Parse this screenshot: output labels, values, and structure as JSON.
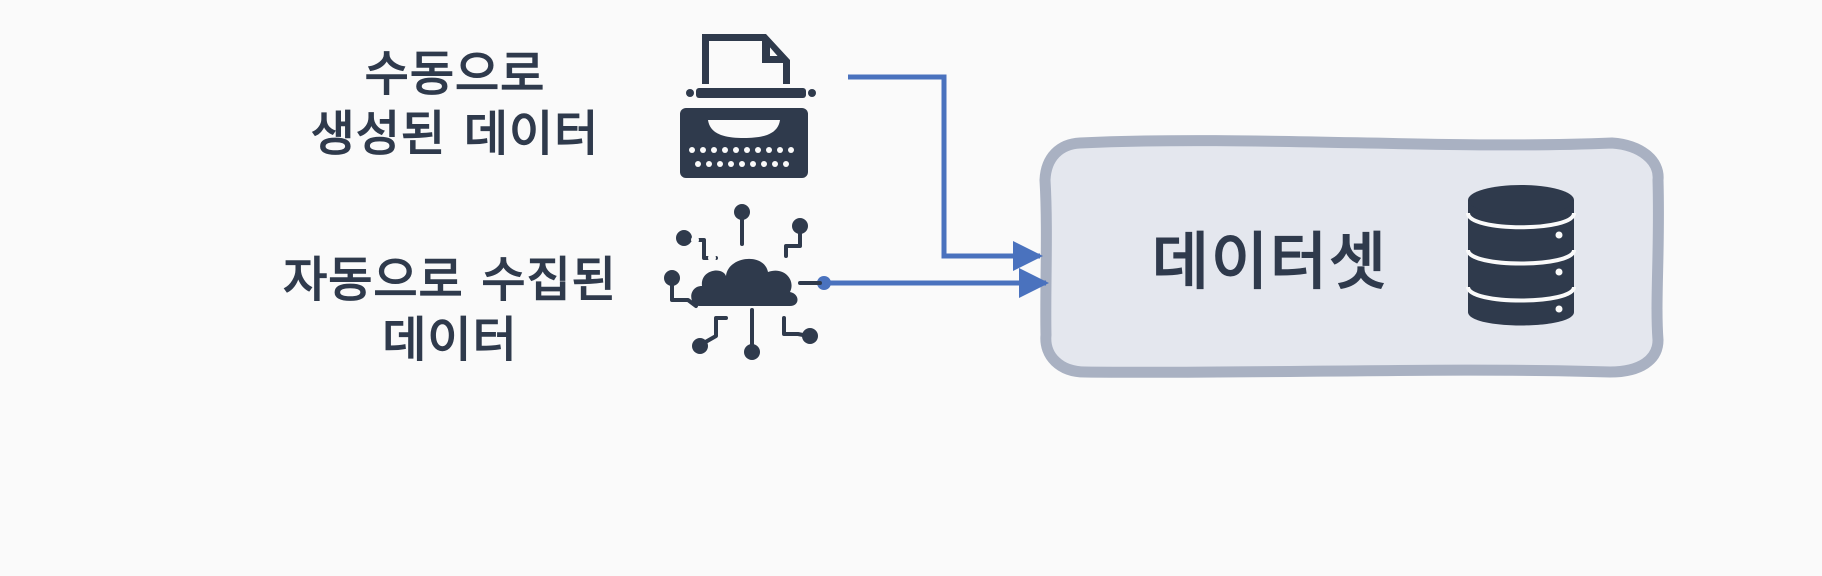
{
  "sources": {
    "manual": {
      "lines": [
        "수동으로",
        "생성된 데이터"
      ],
      "icon": "typewriter-icon"
    },
    "automatic": {
      "lines": [
        "자동으로 수집된",
        "데이터"
      ],
      "icon": "cloud-network-icon"
    }
  },
  "target": {
    "title": "데이터셋",
    "icon": "database-icon"
  },
  "colors": {
    "arrow": "#4a72be",
    "icon": "#2f3a4c",
    "box_fill": "#e4e7ee",
    "box_border": "#a9b1c2"
  }
}
